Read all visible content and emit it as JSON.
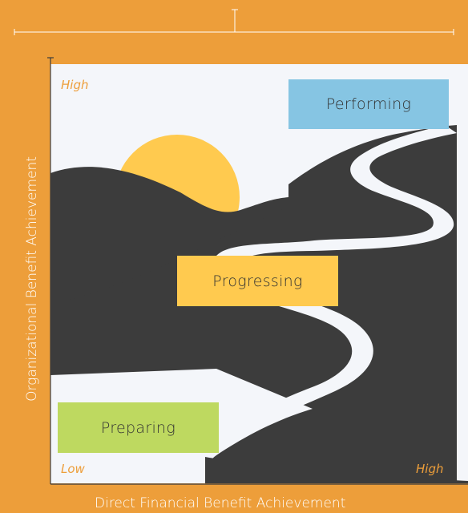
{
  "stages": {
    "performing": "Performing",
    "progressing": "Progressing",
    "preparing": "Preparing"
  },
  "corners": {
    "top_left": "High",
    "bottom_left": "Low",
    "bottom_right": "High"
  },
  "axes": {
    "x_label": "Direct Financial Benefit Achievement",
    "y_label": "Organizational Benefit Achievement"
  },
  "colors": {
    "background": "#ED9E3A",
    "panel": "#F4F6FA",
    "mountain": "#3C3C3C",
    "sun": "#FFCA4F",
    "performing": "#86C5E3",
    "progressing": "#FFCA4F",
    "preparing": "#BED960",
    "corner_text": "#ED9E3A",
    "axis_text": "#FFFFFF"
  }
}
